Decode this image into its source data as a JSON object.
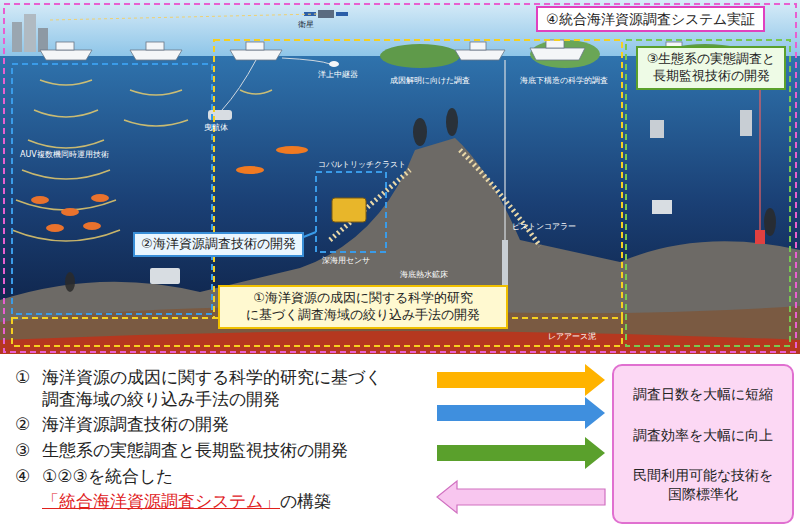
{
  "diagram": {
    "nodes": [
      {
        "text": [
          "④統合海洋資源調査システム実証"
        ]
      },
      {
        "text": [
          "②海洋資源調査技術の開発"
        ]
      },
      {
        "text": [
          "③生態系の実態調査と 長期監視技術の開発"
        ]
      },
      {
        "text": [
          "①海洋資源の成因に関する科学的研究 に基づく調査海域の絞り込み手法の開発"
        ]
      },
      {
        "text": [
          "調査日数を大幅に短縮",
          "調査効率を大幅に向上",
          "民間利用可能な技術を 国際標準化"
        ]
      }
    ],
    "labels": [
      "衛星",
      "洋上中継器",
      "曳航体",
      "AUV複数機同時運用技術",
      "コバルトリッチクラスト",
      "深海用センサ",
      "成因解明に向けた調査",
      "海底下構造の科学的調査",
      "海底熱水鉱床",
      "ピストンコアラー",
      "レアアース泥",
      "①",
      "海洋資源の成因に関する科学的研究に基づく 調査海域の絞り込み手法の開発",
      "②",
      "海洋資源調査技術の開発",
      "③",
      "生態系の実態調査と長期監視技術の開発",
      "④",
      "①②③を統合した",
      "「統合海洋資源調査システム」",
      "の構築"
    ]
  }
}
